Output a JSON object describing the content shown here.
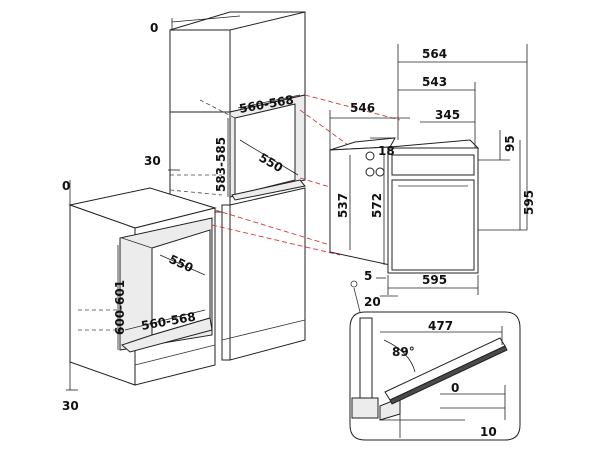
{
  "labels": {
    "tall_cabinet_top": "0",
    "tall_cabinet_niche_width": "560-568",
    "tall_cabinet_niche_height": "583-585",
    "tall_cabinet_niche_depth": "550",
    "tall_cabinet_side": "30",
    "base_cabinet_top": "0",
    "base_cabinet_niche_depth": "550",
    "base_cabinet_niche_height": "600-601",
    "base_cabinet_niche_width": "560-568",
    "base_cabinet_bottom": "30",
    "oven_total_depth": "564",
    "oven_body_depth": "543",
    "oven_side_depth": "546",
    "oven_rear_depth": "345",
    "oven_top_offset": "18",
    "oven_front_height": "95",
    "oven_total_height": "595",
    "oven_body_height_a": "537",
    "oven_body_height_b": "572",
    "oven_width": "595",
    "oven_bottom_gap": "5",
    "oven_door_thickness": "20",
    "door_open_depth": "477",
    "door_open_angle": "89°",
    "door_bottom_offset": "0",
    "door_floor_offset": "10"
  },
  "colors": {
    "line": "#222222",
    "guide": "#d23a3a",
    "panel": "#ececec",
    "dark": "#4a4a4a"
  }
}
